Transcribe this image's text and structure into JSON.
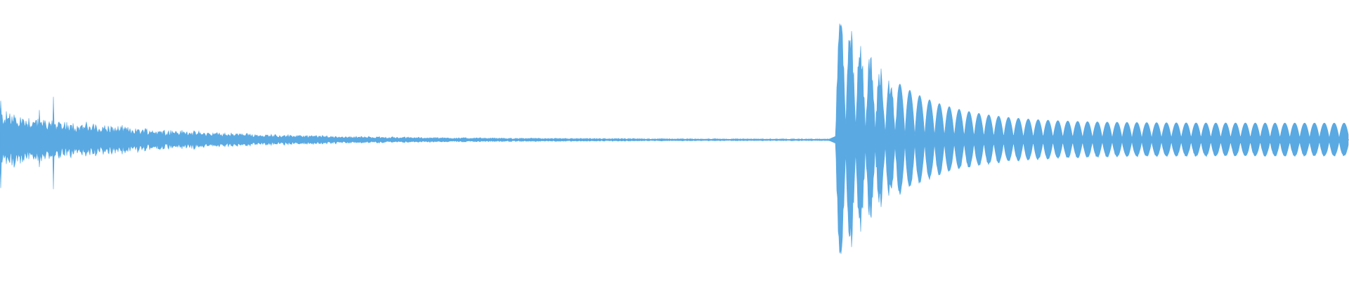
{
  "waveform": {
    "color": "#5aa9e2",
    "background": "#ffffff",
    "segments": [
      {
        "kind": "noise-decay",
        "start": 0.0,
        "end": 0.615,
        "peak": 0.2,
        "floor": 0.006
      },
      {
        "kind": "oscillation-burst",
        "start": 0.615,
        "end": 1.0,
        "peak": 0.98,
        "sustain": 0.12,
        "cycles": 52
      }
    ]
  }
}
